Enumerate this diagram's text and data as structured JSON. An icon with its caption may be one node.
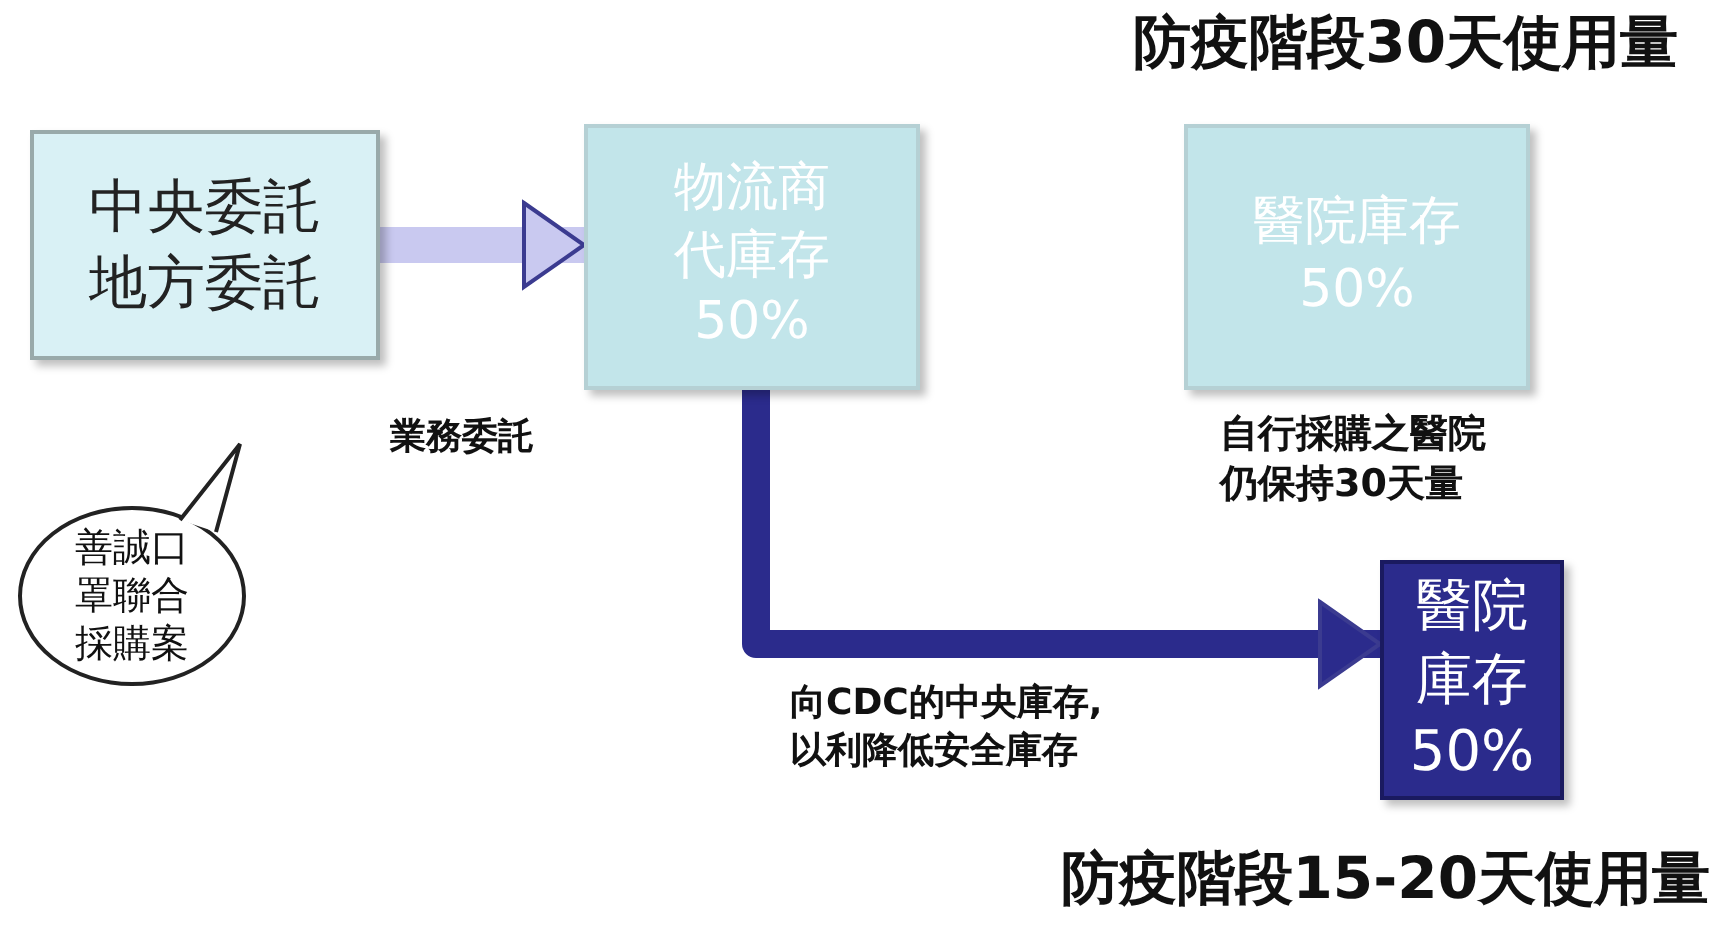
{
  "diagram": {
    "nodes": [
      {
        "text": [
          "中央委託",
          "地方委託"
        ]
      },
      {
        "text": [
          "物流商",
          "代庫存",
          "50%"
        ]
      },
      {
        "text": [
          "醫院庫存",
          "50%"
        ],
        "beside": [
          "自行採購之醫院仍保持30天量"
        ]
      },
      {
        "text": [
          "善誠口罩聯合採購案"
        ]
      },
      {
        "text": [
          "醫院",
          "庫存",
          "50%"
        ]
      }
    ],
    "edges": [
      {
        "from": 0,
        "to": 1,
        "arrow": "to",
        "label": "業務委託",
        "color": "#c9c9f0"
      },
      {
        "from": 1,
        "to": 4,
        "arrow": "to",
        "label": "向CDC的中央庫存,以利降低安全庫存",
        "color": "#2b2b8c"
      }
    ],
    "labels": [
      "防疫階段30天使用量",
      "防疫階段15-20天使用量"
    ]
  }
}
